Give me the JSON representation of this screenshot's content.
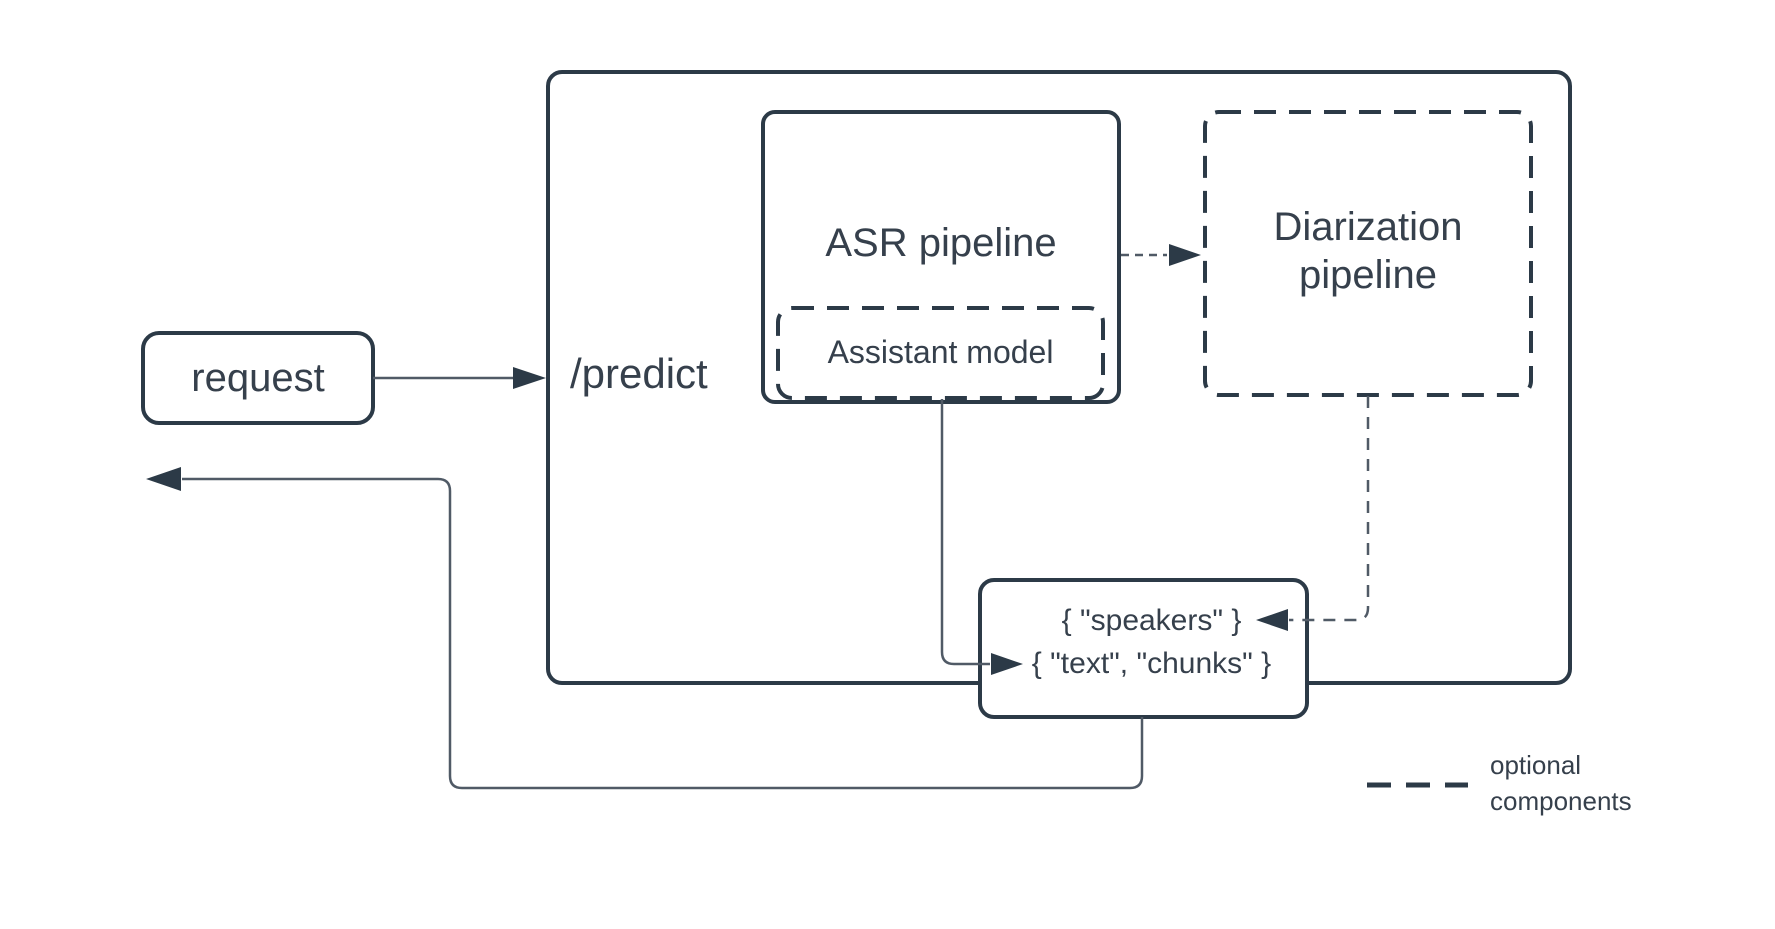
{
  "colors": {
    "background": "#ffffff",
    "stroke": "#2c3a47",
    "connector": "#505a66",
    "text": "#36404c"
  },
  "nodes": {
    "request": {
      "label": "request"
    },
    "predict": {
      "label": "/predict"
    },
    "asr": {
      "label": "ASR pipeline"
    },
    "assistant": {
      "label": "Assistant model"
    },
    "diarization": {
      "label": "Diarization pipeline"
    },
    "output": {
      "line1": "{ \"speakers\" }",
      "line2": "{ \"text\", \"chunks\" }"
    }
  },
  "legend": {
    "label": "optional components"
  }
}
